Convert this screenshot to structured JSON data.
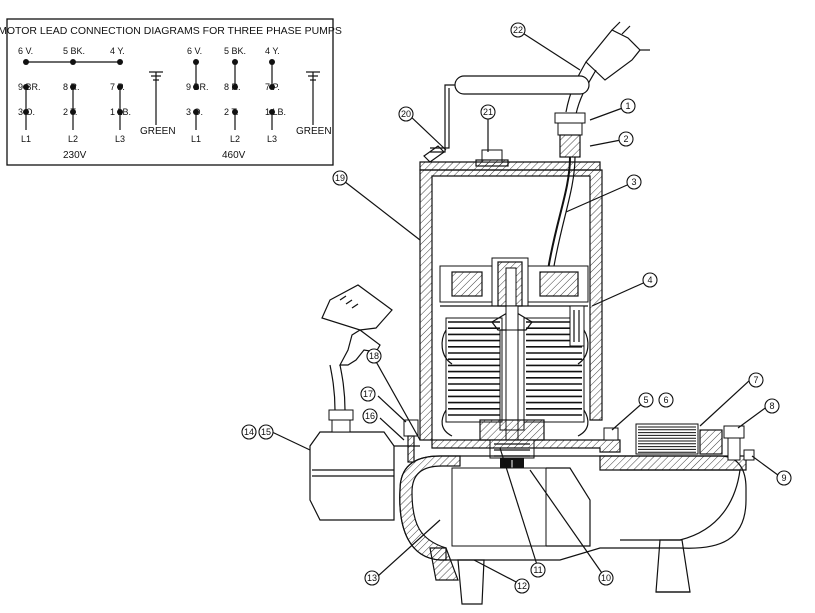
{
  "wiring": {
    "title": "MOTOR LEAD CONNECTION DIAGRAMS FOR THREE PHASE PUMPS",
    "v230": {
      "top": [
        "6 V.",
        "5 BK.",
        "4 Y."
      ],
      "middle": [
        "9 BR.",
        "8 R.",
        "7 P."
      ],
      "bottom": [
        "3 O.",
        "2 T.",
        "1 LB."
      ],
      "lines": [
        "L1",
        "L2",
        "L3"
      ],
      "ground": "GREEN",
      "voltage": "230V"
    },
    "v460": {
      "top": [
        "6 V.",
        "5 BK.",
        "4 Y."
      ],
      "middle": [
        "9 BR.",
        "8 R.",
        "7 P."
      ],
      "bottom": [
        "3 O.",
        "2 T.",
        "1 LB."
      ],
      "lines": [
        "L1",
        "L2",
        "L3"
      ],
      "ground": "GREEN",
      "voltage": "460V"
    }
  },
  "callouts": [
    "1",
    "2",
    "3",
    "4",
    "5",
    "6",
    "7",
    "8",
    "9",
    "10",
    "11",
    "12",
    "13",
    "14",
    "15",
    "16",
    "17",
    "18",
    "19",
    "20",
    "21",
    "22"
  ],
  "colors": {
    "ink": "#111111",
    "background": "#ffffff"
  }
}
